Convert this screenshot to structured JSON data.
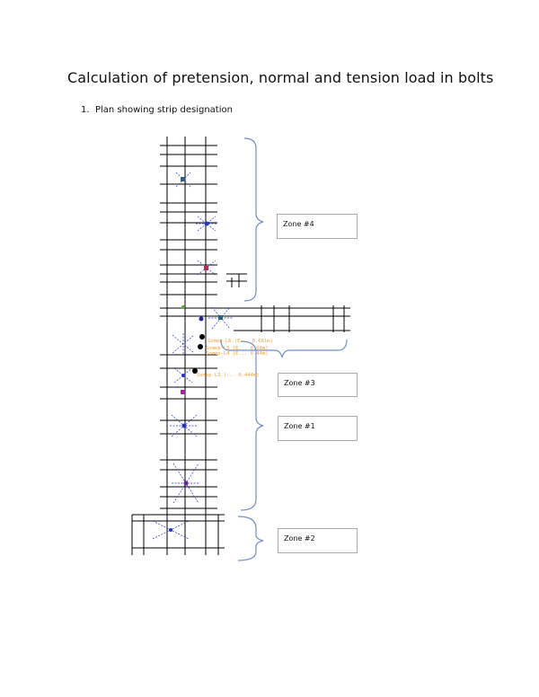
{
  "document": {
    "title": "Calculation of pretension, normal and tension load in bolts",
    "list": [
      {
        "number": "1.",
        "text": "Plan showing strip designation"
      }
    ]
  },
  "zones": [
    {
      "id": "zone4",
      "label": "Zone #4"
    },
    {
      "id": "zone3",
      "label": "Zone #3"
    },
    {
      "id": "zone1",
      "label": "Zone #1"
    },
    {
      "id": "zone2",
      "label": "Zone #2"
    }
  ],
  "annotations": [
    "Somep-L6 (E... 0.681m)",
    "Somep-L5 (E... 0.68m)",
    "Somep-L4 (E... 0.44m)",
    "Somep-L3 (... 0.444m)"
  ],
  "colors": {
    "grid": "#000000",
    "brace": "#6f8fc8",
    "bolt_marks": "#2233cc",
    "annotation": "#f0a030"
  }
}
